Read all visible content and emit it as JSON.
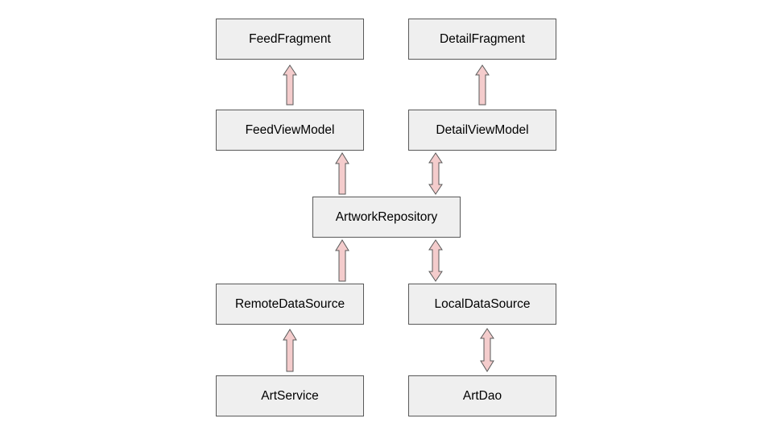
{
  "diagram": {
    "nodes": {
      "feed_fragment": "FeedFragment",
      "detail_fragment": "DetailFragment",
      "feed_view_model": "FeedViewModel",
      "detail_view_model": "DetailViewModel",
      "artwork_repository": "ArtworkRepository",
      "remote_data_source": "RemoteDataSource",
      "local_data_source": "LocalDataSource",
      "art_service": "ArtService",
      "art_dao": "ArtDao"
    },
    "edges": [
      {
        "from": "FeedViewModel",
        "to": "FeedFragment",
        "direction": "one-way"
      },
      {
        "from": "DetailViewModel",
        "to": "DetailFragment",
        "direction": "one-way"
      },
      {
        "from": "ArtworkRepository",
        "to": "FeedViewModel",
        "direction": "one-way"
      },
      {
        "from": "ArtworkRepository",
        "to": "DetailViewModel",
        "direction": "two-way"
      },
      {
        "from": "RemoteDataSource",
        "to": "ArtworkRepository",
        "direction": "one-way"
      },
      {
        "from": "LocalDataSource",
        "to": "ArtworkRepository",
        "direction": "two-way"
      },
      {
        "from": "ArtService",
        "to": "RemoteDataSource",
        "direction": "one-way"
      },
      {
        "from": "ArtDao",
        "to": "LocalDataSource",
        "direction": "two-way"
      }
    ],
    "colors": {
      "node_fill": "#efefef",
      "node_border": "#595959",
      "arrow_fill": "#f4cccc",
      "arrow_stroke": "#595959"
    }
  }
}
